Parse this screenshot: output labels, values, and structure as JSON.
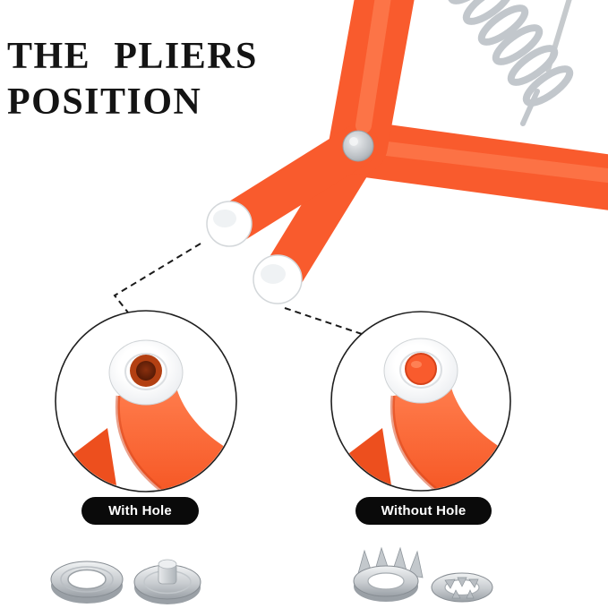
{
  "header": {
    "title_line1": "THE PLIERS",
    "title_line2": "POSITION"
  },
  "callouts": {
    "left": {
      "label": "With Hole"
    },
    "right": {
      "label": "Without Hole"
    }
  },
  "colors": {
    "background": "#FFFFFF",
    "pliers_orange": "#F95B2D",
    "pliers_orange_dark": "#D6431A",
    "grommet_white": "#FFFFFF",
    "hole_brown": "#5E1F05",
    "metal_silver": "#C7CBCF",
    "label_background": "#0A0A0A",
    "label_text": "#FFFFFF",
    "callout_line": "#1A1A1A"
  }
}
